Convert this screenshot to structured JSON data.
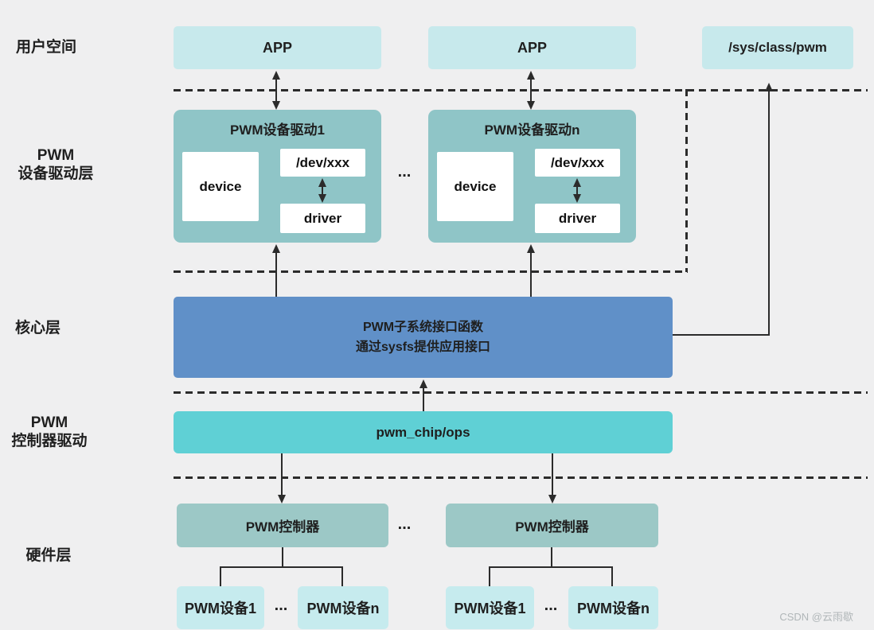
{
  "colors": {
    "bg": "#efeff0",
    "cyan_light": "#c7e9ec",
    "teal_mid": "#8fc5c7",
    "teal_ctrl": "#9cc8c6",
    "cyan_dev": "#c6ebee",
    "blue": "#6090c8",
    "turquoise": "#5fd0d5",
    "line": "#2b2b2b",
    "text": "#1f1f1f",
    "wm": "#b0b6b8"
  },
  "layer_labels": {
    "user_space": {
      "line1": "用户空间"
    },
    "device_driver": {
      "line1": "PWM",
      "line2": "设备驱动层"
    },
    "core": {
      "line1": "核心层"
    },
    "controller": {
      "line1": "PWM",
      "line2": "控制器驱动"
    },
    "hardware": {
      "line1": "硬件层"
    }
  },
  "user_space": {
    "app1": "APP",
    "app2": "APP",
    "sysfs": "/sys/class/pwm"
  },
  "device_driver_layer": {
    "ellipsis": "...",
    "driver1": {
      "title": "PWM设备驱动1",
      "device": "device",
      "dev_node": "/dev/xxx",
      "driver": "driver"
    },
    "driver_n": {
      "title": "PWM设备驱动n",
      "device": "device",
      "dev_node": "/dev/xxx",
      "driver": "driver"
    }
  },
  "core_layer": {
    "line1": "PWM子系统接口函数",
    "line2": "通过sysfs提供应用接口"
  },
  "controller_layer": {
    "chip_ops": "pwm_chip/ops"
  },
  "hardware_layer": {
    "ellipsis": "...",
    "group1": {
      "controller": "PWM控制器",
      "device1": "PWM设备1",
      "device_n": "PWM设备n",
      "ellipsis": "..."
    },
    "group2": {
      "controller": "PWM控制器",
      "device1": "PWM设备1",
      "device_n": "PWM设备n",
      "ellipsis": "..."
    }
  },
  "watermark": "CSDN @云雨歇"
}
